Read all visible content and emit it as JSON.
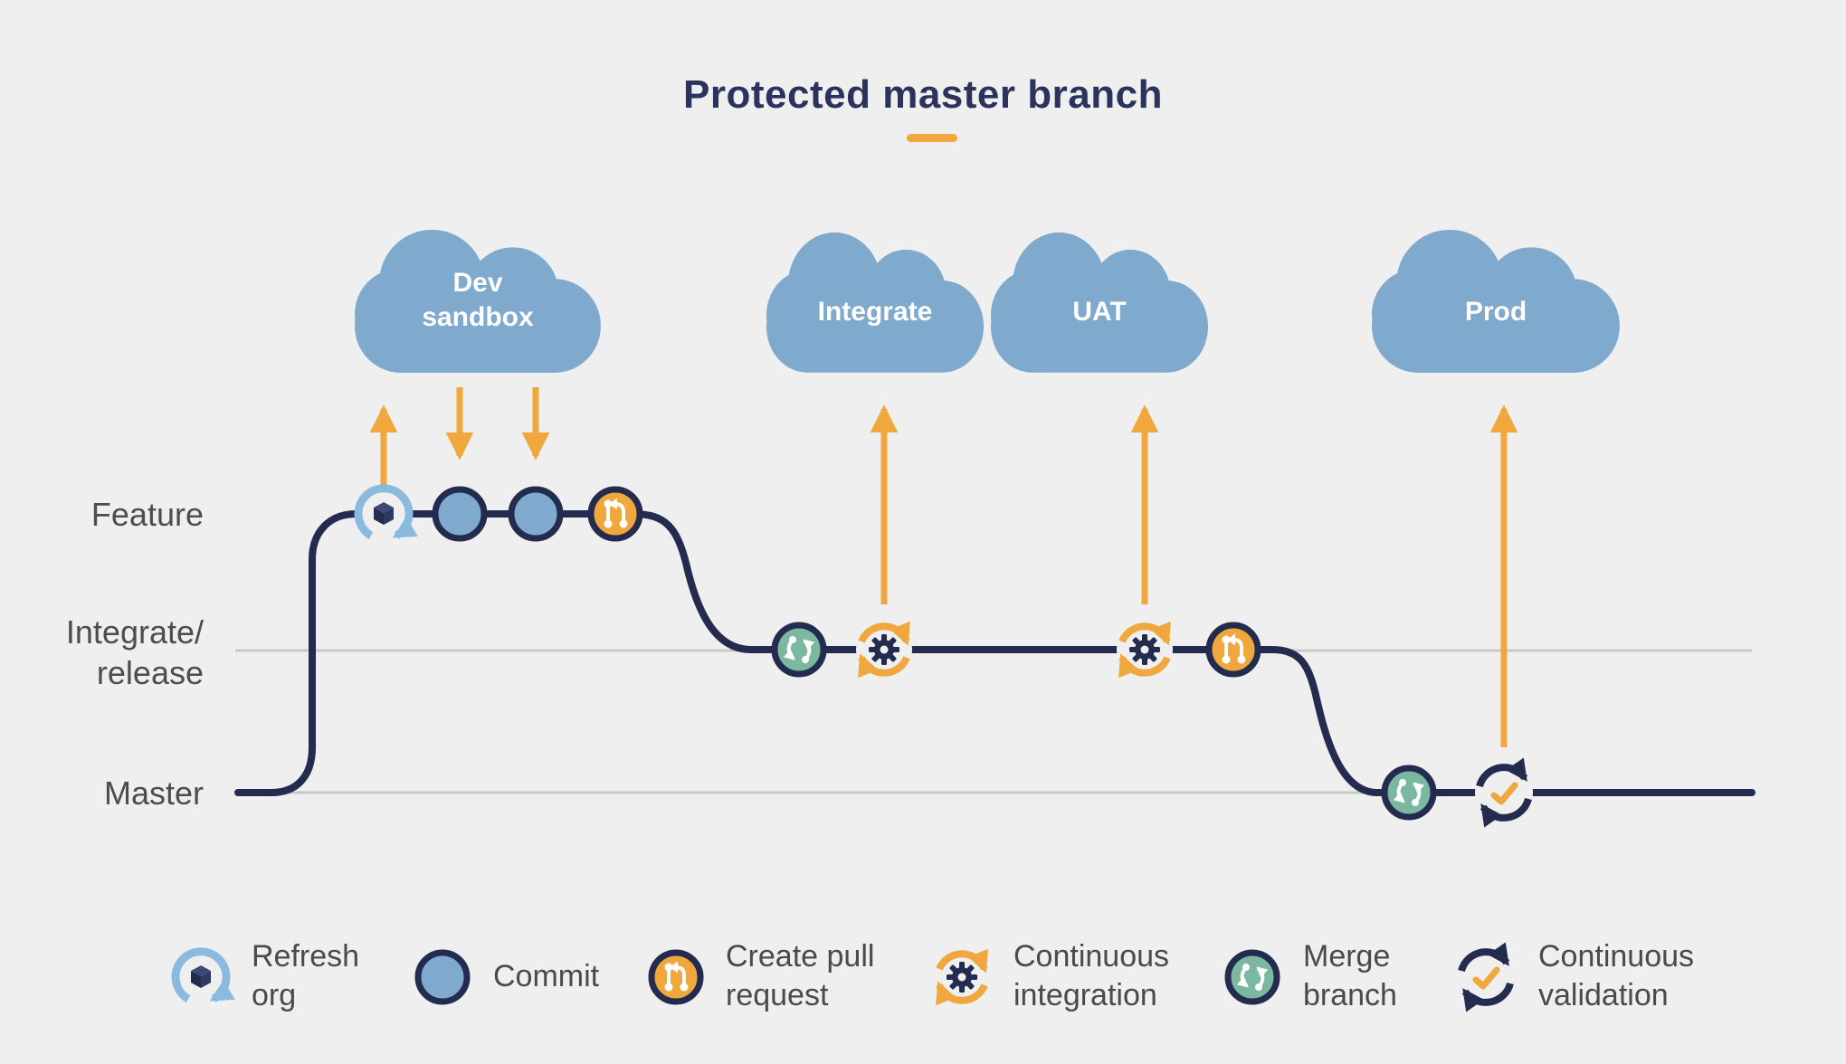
{
  "title": "Protected master branch",
  "clouds": [
    {
      "id": "dev-sandbox",
      "label": "Dev\nsandbox"
    },
    {
      "id": "integrate",
      "label": "Integrate"
    },
    {
      "id": "uat",
      "label": "UAT"
    },
    {
      "id": "prod",
      "label": "Prod"
    }
  ],
  "lanes": [
    {
      "id": "feature",
      "label": "Feature"
    },
    {
      "id": "integrate-release",
      "label": "Integrate/\nrelease"
    },
    {
      "id": "master",
      "label": "Master"
    }
  ],
  "flow": {
    "nodes": [
      {
        "lane": "feature",
        "type": "refresh-org",
        "linked_cloud": "Dev sandbox",
        "arrow_direction": "up"
      },
      {
        "lane": "feature",
        "type": "commit",
        "linked_cloud": "Dev sandbox",
        "arrow_direction": "down"
      },
      {
        "lane": "feature",
        "type": "commit",
        "linked_cloud": "Dev sandbox",
        "arrow_direction": "down"
      },
      {
        "lane": "feature",
        "type": "create-pull-request"
      },
      {
        "lane": "integrate-release",
        "type": "merge-branch"
      },
      {
        "lane": "integrate-release",
        "type": "continuous-integration",
        "linked_cloud": "Integrate",
        "arrow_direction": "up"
      },
      {
        "lane": "integrate-release",
        "type": "continuous-integration",
        "linked_cloud": "UAT",
        "arrow_direction": "up"
      },
      {
        "lane": "integrate-release",
        "type": "create-pull-request"
      },
      {
        "lane": "master",
        "type": "merge-branch"
      },
      {
        "lane": "master",
        "type": "continuous-validation",
        "linked_cloud": "Prod",
        "arrow_direction": "up"
      }
    ],
    "branch_path": "master → feature → integrate/release → master"
  },
  "legend": [
    {
      "icon": "refresh-org-icon",
      "label": "Refresh\norg"
    },
    {
      "icon": "commit-icon",
      "label": "Commit"
    },
    {
      "icon": "create-pull-request-icon",
      "label": "Create pull\nrequest"
    },
    {
      "icon": "continuous-integration-icon",
      "label": "Continuous\nintegration"
    },
    {
      "icon": "merge-branch-icon",
      "label": "Merge\nbranch"
    },
    {
      "icon": "continuous-validation-icon",
      "label": "Continuous\nvalidation"
    }
  ],
  "colors": {
    "background": "#efefef",
    "navy": "#232c4e",
    "cloud_blue": "#7fa9cd",
    "light_blue": "#8abae0",
    "orange": "#efa73e",
    "teal": "#7ab8a0",
    "lane_line_gray": "#c9c9c9",
    "label_gray": "#4d4d4d",
    "title_navy": "#2b335c"
  }
}
